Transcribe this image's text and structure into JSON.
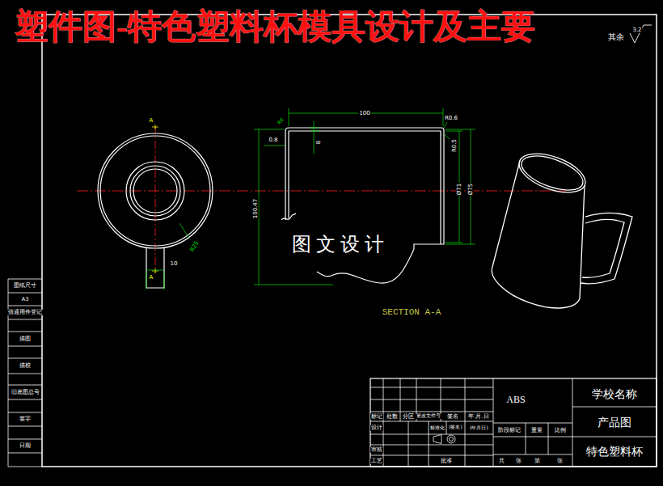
{
  "diagram": {
    "title": "塑件图-特色塑料杯模具设计及主要",
    "labels": [
      "其余",
      "3.2",
      "A",
      "A",
      "R25",
      "10",
      "100",
      "R0",
      "R0.6",
      "0.8",
      "8",
      "100.47",
      "R0.5",
      "Ø71",
      "Ø75",
      "图 文 设 计",
      "SECTION A-A",
      "图纸尺寸",
      "A3",
      "借通用件登记",
      "描图",
      "描校",
      "旧底图总号",
      "签字",
      "日期",
      "标记",
      "处数",
      "分区",
      "更改文件号",
      "签名",
      "年.月.日",
      "设计",
      "标准化",
      "(签名)",
      "(年月日)",
      "审核",
      "工艺",
      "批准",
      "阶段标记",
      "重量",
      "比例",
      "共",
      "张",
      "第",
      "张",
      "ABS",
      "学校名称",
      "产品图",
      "特色塑料杯"
    ]
  }
}
